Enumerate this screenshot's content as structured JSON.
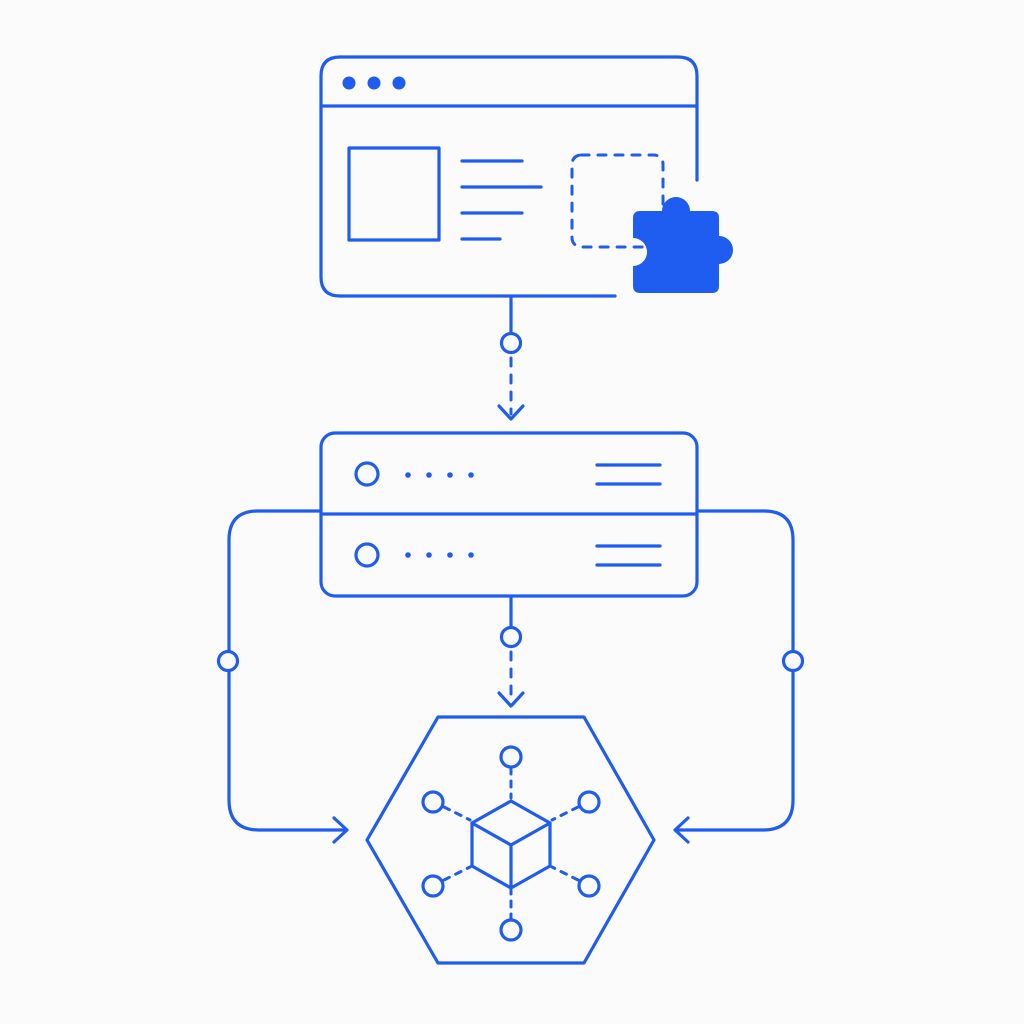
{
  "colors": {
    "accent": "#1f5cf0",
    "background": "#fbfbfb"
  },
  "icons": {
    "plugin": "puzzle-piece-icon",
    "core": "cube-icon"
  },
  "nodes": {
    "browser": {
      "kind": "browser-window",
      "controls": 3,
      "text_lines": 4
    },
    "server": {
      "kind": "server-stack",
      "units": 2
    },
    "core": {
      "kind": "hexagon",
      "spokes": 6
    }
  }
}
